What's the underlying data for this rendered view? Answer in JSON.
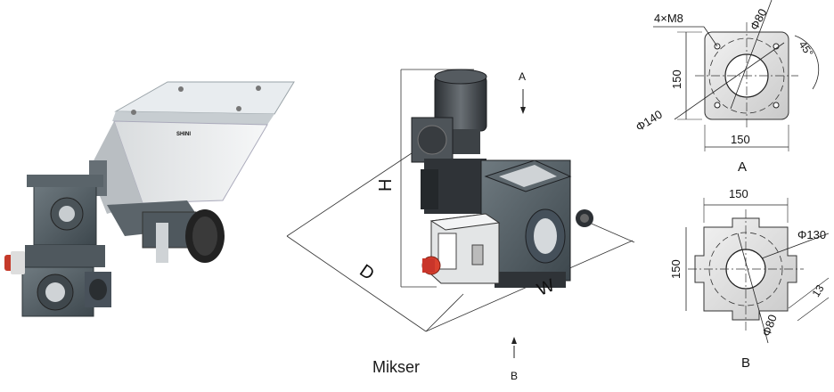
{
  "left_photo": {
    "brand": "SHINI"
  },
  "drawing": {
    "labels": {
      "H": "H",
      "D": "D",
      "W": "W",
      "A": "A",
      "B": "B"
    },
    "caption": "Mikser"
  },
  "view_a": {
    "holes": "4×M8",
    "bore": "Φ80",
    "angle": "45°",
    "side_height": "150",
    "bolt_circle": "Φ140",
    "width": "150",
    "name": "A"
  },
  "view_b": {
    "width": "150",
    "bolt_circle": "Φ130",
    "side_height": "150",
    "slot": "13",
    "bore": "Φ80",
    "name": "B"
  }
}
